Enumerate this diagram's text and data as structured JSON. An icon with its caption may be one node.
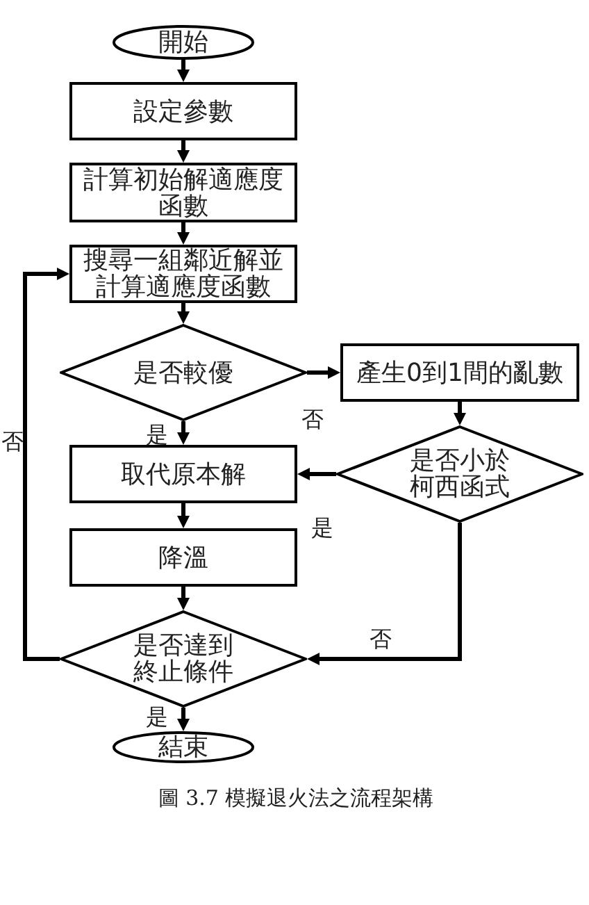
{
  "diagram": {
    "caption": "圖 3.7 模擬退火法之流程架構",
    "nodes": [
      {
        "text": [
          "開始"
        ]
      },
      {
        "text": [
          "設定參數"
        ]
      },
      {
        "text": [
          "計算初始解適應度函數"
        ]
      },
      {
        "text": [
          "搜尋一組鄰近解並計算適應度函數"
        ]
      },
      {
        "text": [
          "是否較優"
        ]
      },
      {
        "text": [
          "產生0到1間的亂數"
        ]
      },
      {
        "text": [
          "取代原本解"
        ]
      },
      {
        "text": [
          "是否小於柯西函式"
        ]
      },
      {
        "text": [
          "降溫"
        ]
      },
      {
        "text": [
          "是否達到終止條件"
        ]
      },
      {
        "text": [
          "結束"
        ]
      }
    ],
    "edges": [
      {
        "from": 0,
        "to": 1,
        "arrow": "to"
      },
      {
        "from": 1,
        "to": 2,
        "arrow": "to"
      },
      {
        "from": 2,
        "to": 3,
        "arrow": "to"
      },
      {
        "from": 3,
        "to": 4,
        "arrow": "to"
      },
      {
        "from": 4,
        "to": 5,
        "arrow": "to",
        "label": "否"
      },
      {
        "from": 4,
        "to": 6,
        "arrow": "to",
        "label": "是"
      },
      {
        "from": 5,
        "to": 7,
        "arrow": "to"
      },
      {
        "from": 7,
        "to": 6,
        "arrow": "to",
        "label": "是"
      },
      {
        "from": 6,
        "to": 8,
        "arrow": "to"
      },
      {
        "from": 8,
        "to": 9,
        "arrow": "to"
      },
      {
        "from": 7,
        "to": 9,
        "arrow": "to",
        "label": "否"
      },
      {
        "from": 9,
        "to": 3,
        "arrow": "to",
        "label": "否"
      },
      {
        "from": 9,
        "to": 10,
        "arrow": "to",
        "label": "是"
      }
    ]
  }
}
